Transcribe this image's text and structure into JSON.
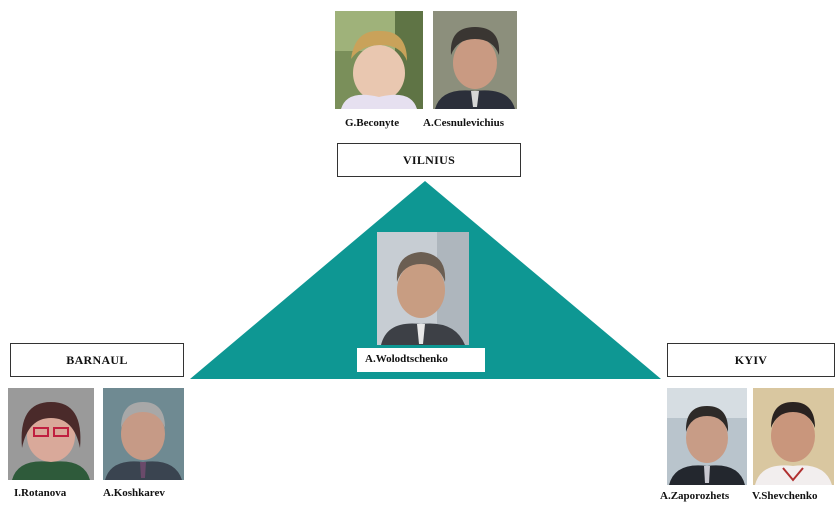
{
  "colors": {
    "triangle": "#0e9793",
    "box_border": "#333333",
    "text": "#111111"
  },
  "cities": {
    "top": "VILNIUS",
    "left": "BARNAUL",
    "right": "KYIV"
  },
  "people": {
    "top_left": "G.Beconyte",
    "top_right": "A.Cesnulevichius",
    "center": "A.Wolodtschenko",
    "left_1": "I.Rotanova",
    "left_2": "A.Koshkarev",
    "right_1": "A.Zaporozhets",
    "right_2": "V.Shevchenko"
  }
}
